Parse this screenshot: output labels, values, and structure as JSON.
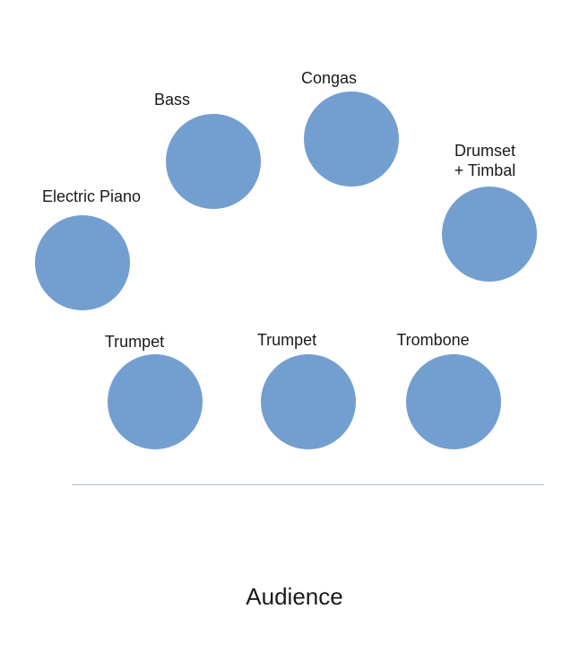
{
  "diagram": {
    "circle_color": "#739fd0",
    "performers": [
      {
        "id": "congas",
        "lines": [
          "Congas"
        ]
      },
      {
        "id": "bass",
        "lines": [
          "Bass"
        ]
      },
      {
        "id": "drumset-timbal",
        "lines": [
          "Drumset",
          "+ Timbal"
        ]
      },
      {
        "id": "electric-piano",
        "lines": [
          "Electric Piano"
        ]
      },
      {
        "id": "trumpet-1",
        "lines": [
          "Trumpet"
        ]
      },
      {
        "id": "trumpet-2",
        "lines": [
          "Trumpet"
        ]
      },
      {
        "id": "trombone",
        "lines": [
          "Trombone"
        ]
      }
    ],
    "audience_label": "Audience"
  }
}
